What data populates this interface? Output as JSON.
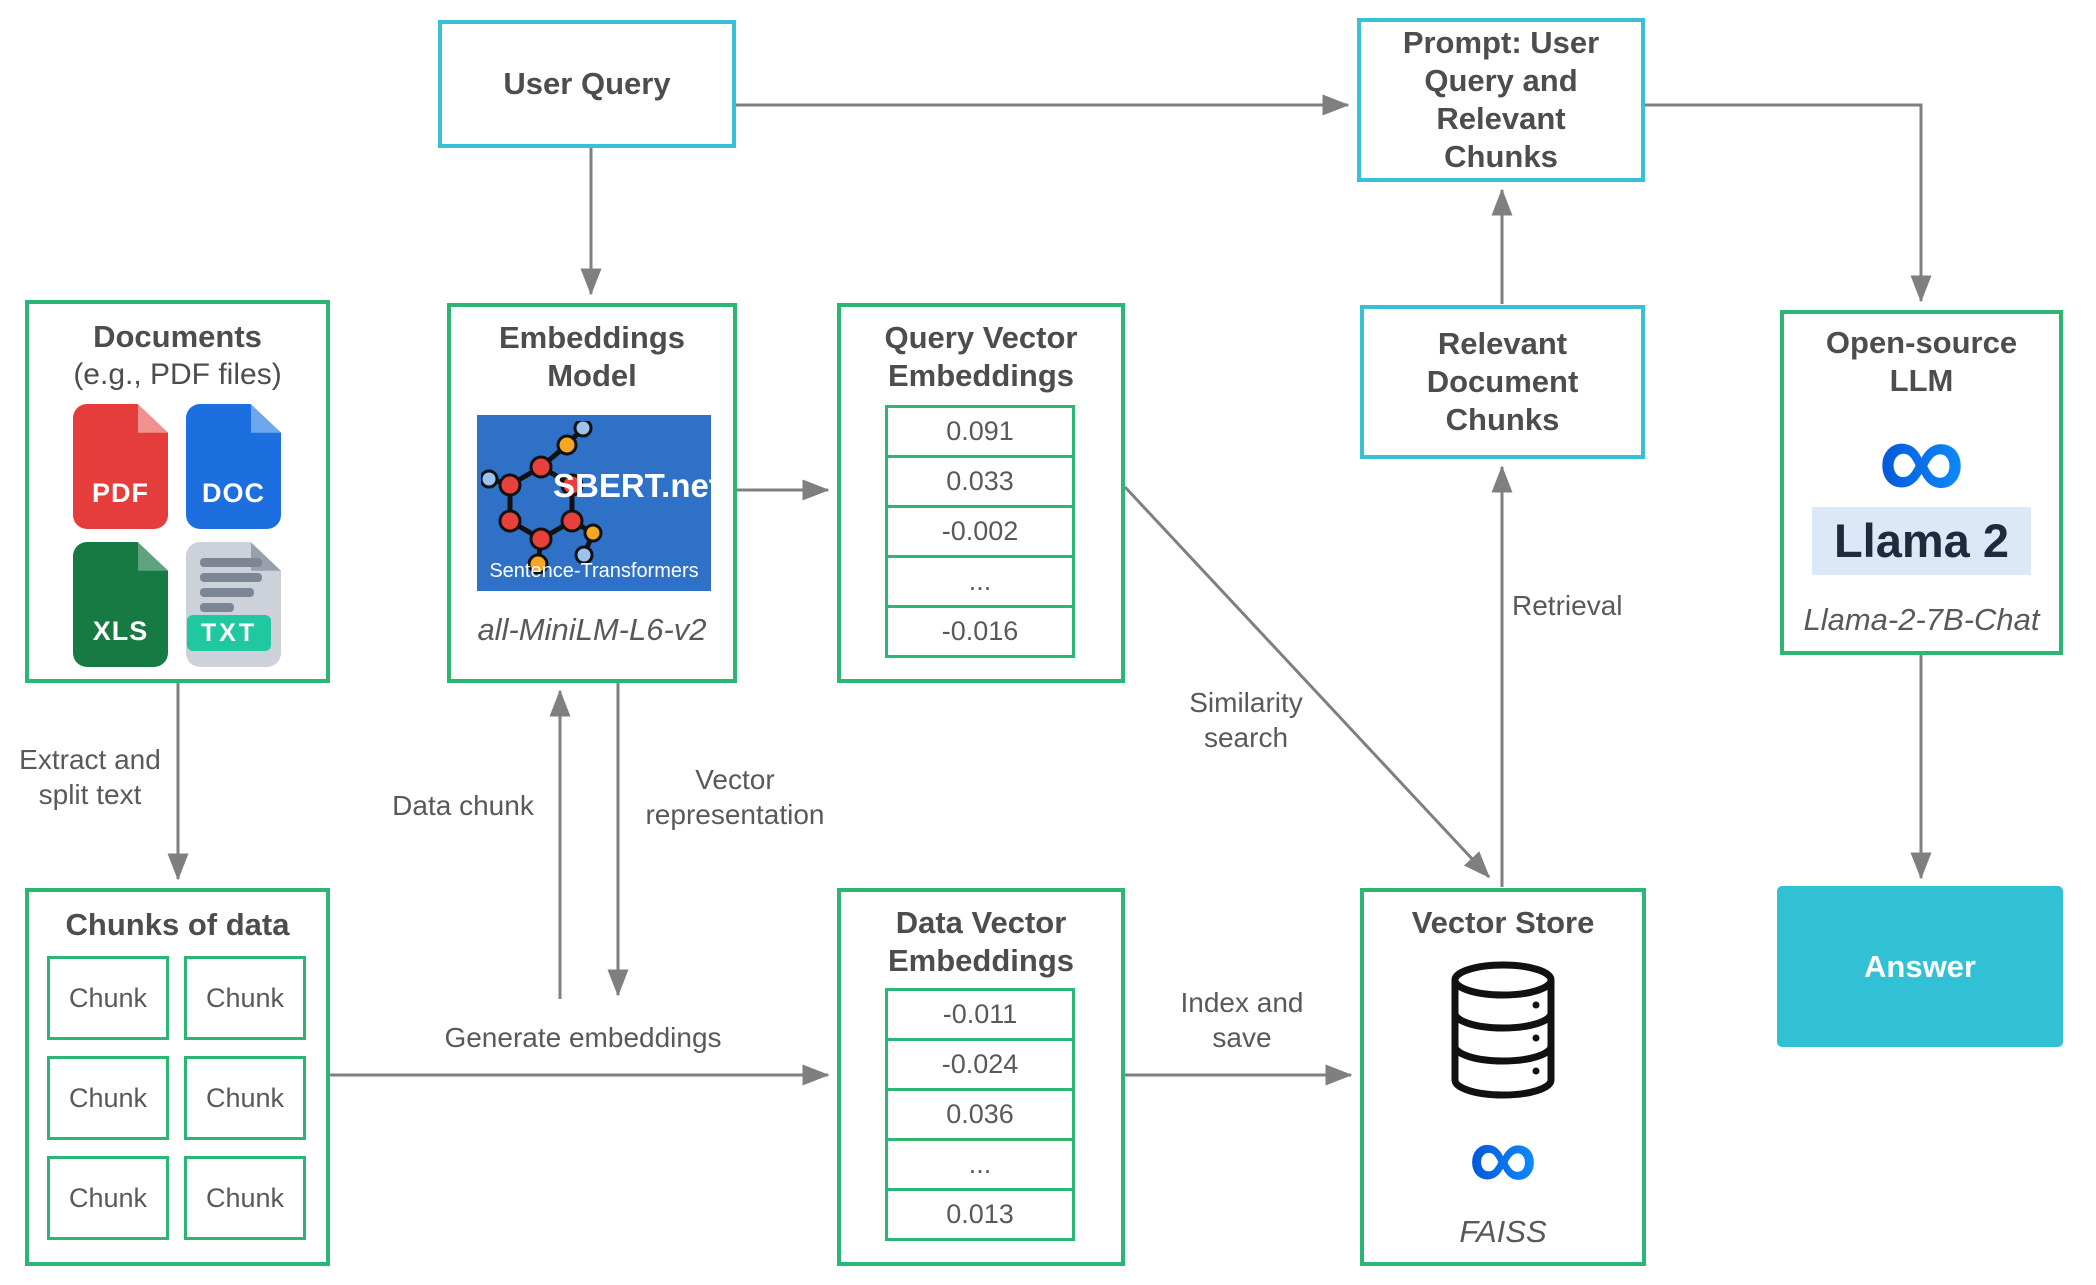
{
  "diagram": {
    "boxes": {
      "user_query": {
        "label": "User Query"
      },
      "prompt": {
        "label": "Prompt: User Query and Relevant Chunks"
      },
      "documents": {
        "title": "Documents",
        "subtitle": "(e.g., PDF files)",
        "icons": [
          {
            "name": "pdf-file-icon",
            "label": "PDF",
            "color": "#e53c3c",
            "fold": "#f0908f"
          },
          {
            "name": "doc-file-icon",
            "label": "DOC",
            "color": "#1d6fe0",
            "fold": "#6fa7ee"
          },
          {
            "name": "xls-file-icon",
            "label": "XLS",
            "color": "#187a43",
            "fold": "#5ea27f"
          },
          {
            "name": "txt-file-icon",
            "label": "TXT",
            "color": "#ccd1da",
            "fold": "#99a0ac",
            "badge": "#1fc89e"
          }
        ]
      },
      "embeddings_model": {
        "title": "Embeddings Model",
        "logo_name": "SBERT.net",
        "logo_sub": "Sentence-Transformers",
        "model_name": "all-MiniLM-L6-v2"
      },
      "query_embeddings": {
        "title": "Query Vector Embeddings",
        "values": [
          "0.091",
          "0.033",
          "-0.002",
          "...",
          "-0.016"
        ]
      },
      "relevant_chunks": {
        "label": "Relevant Document Chunks"
      },
      "llm": {
        "title": "Open-source LLM",
        "meta_glyph": "∞",
        "product": "Llama 2",
        "model_name": "Llama-2-7B-Chat"
      },
      "chunks": {
        "title": "Chunks of data",
        "items": [
          "Chunk",
          "Chunk",
          "Chunk",
          "Chunk",
          "Chunk",
          "Chunk"
        ]
      },
      "data_embeddings": {
        "title": "Data Vector Embeddings",
        "values": [
          "-0.011",
          "-0.024",
          "0.036",
          "...",
          "0.013"
        ]
      },
      "vector_store": {
        "title": "Vector Store",
        "meta_glyph": "∞",
        "product": "FAISS"
      },
      "answer": {
        "label": "Answer"
      }
    },
    "edge_labels": {
      "extract_split": "Extract and split text",
      "data_chunk": "Data chunk",
      "vector_representation": "Vector representation",
      "generate_embeddings": "Generate embeddings",
      "index_save": "Index and save",
      "similarity_search": "Similarity search",
      "retrieval": "Retrieval"
    },
    "edges": [
      {
        "from": "user-query",
        "to": "prompt"
      },
      {
        "from": "user-query",
        "to": "embeddings-model"
      },
      {
        "from": "documents",
        "to": "chunks-of-data",
        "label_key": "extract_split"
      },
      {
        "from": "embeddings-model",
        "to": "query-vector-embeddings"
      },
      {
        "from": "chunks-of-data",
        "to": "embeddings-model",
        "label_key": "data_chunk"
      },
      {
        "from": "embeddings-model",
        "to": "data-vector-embeddings",
        "label_key": "vector_representation"
      },
      {
        "from": "chunks-of-data",
        "to": "data-vector-embeddings",
        "label_key": "generate_embeddings"
      },
      {
        "from": "data-vector-embeddings",
        "to": "vector-store",
        "label_key": "index_save"
      },
      {
        "from": "query-vector-embeddings",
        "to": "vector-store",
        "label_key": "similarity_search"
      },
      {
        "from": "vector-store",
        "to": "relevant-document-chunks",
        "label_key": "retrieval"
      },
      {
        "from": "relevant-document-chunks",
        "to": "prompt"
      },
      {
        "from": "prompt",
        "to": "open-source-llm"
      },
      {
        "from": "open-source-llm",
        "to": "answer"
      }
    ],
    "colors": {
      "green_border": "#2bb673",
      "cyan_border": "#38c1d6",
      "answer_fill": "#32c0d5",
      "arrow": "#7f7f7f",
      "text": "#595959",
      "sbert_blue": "#2e71c6",
      "meta_blue": "#0a72f0",
      "llama_highlight": "#dbe8f7"
    }
  }
}
